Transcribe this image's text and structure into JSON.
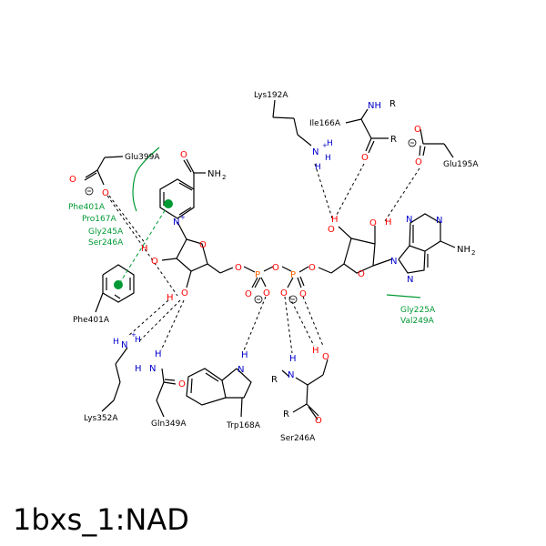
{
  "title": "1bxs_1:NAD",
  "residues": {
    "glu399a": "Glu399A",
    "phe401a_top": "Phe401A",
    "pro167a": "Pro167A",
    "gly245a": "Gly245A",
    "ser246a_green": "Ser246A",
    "phe401a_bottom": "Phe401A",
    "lys352a": "Lys352A",
    "gln349a": "Gln349A",
    "trp168a": "Trp168A",
    "ser246a": "Ser246A",
    "lys192a": "Lys192A",
    "ile166a": "Ile166A",
    "glu195a": "Glu195A",
    "gly225a": "Gly225A",
    "val249a": "Val249A"
  },
  "atoms": {
    "nh2": "NH",
    "nh2_sub": "2",
    "n": "N",
    "o": "O",
    "p": "P",
    "h": "H",
    "r": "R",
    "nhr": "NH",
    "nplus": "+"
  }
}
